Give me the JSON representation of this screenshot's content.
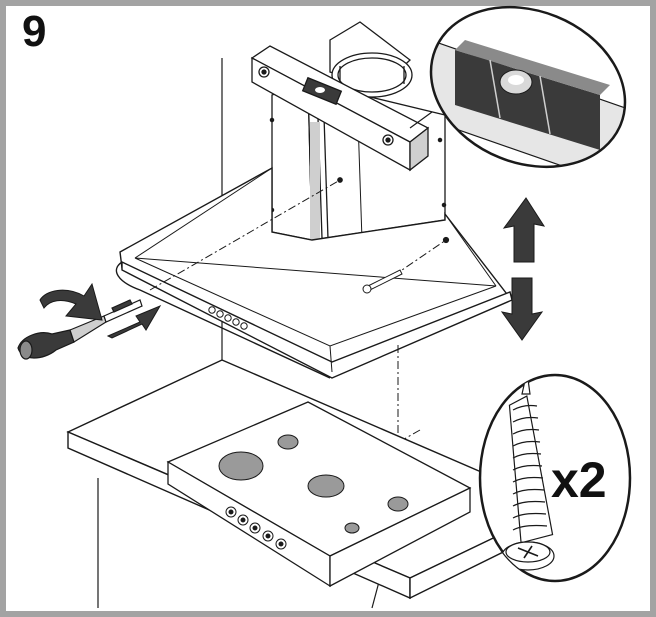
{
  "step": {
    "number": "9"
  },
  "screws": {
    "quantity_label": "x2"
  },
  "colors": {
    "border": "#a3a3a3",
    "ink": "#1a1a1a",
    "light_grey": "#cfcfcf",
    "mid_grey": "#9a9a9a",
    "dark_grey": "#3a3a3a"
  },
  "icons": [
    "step-number-badge",
    "wall-bracket",
    "spirit-level-icon",
    "cooker-hood",
    "chimney-cover",
    "up-arrow-icon",
    "down-arrow-icon",
    "screwdriver-icon",
    "rotate-arrow-icon",
    "push-arrow-icon",
    "screw-icon",
    "cooktop"
  ]
}
